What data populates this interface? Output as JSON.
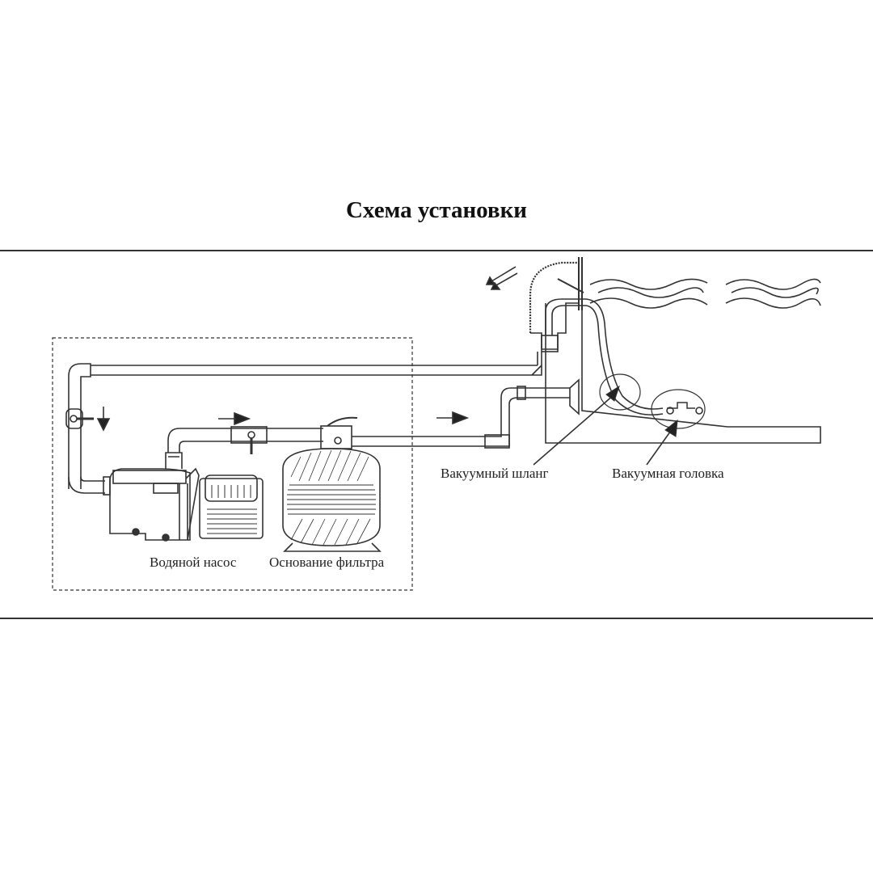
{
  "title": "Схема установки",
  "labels": {
    "vacuum_hose": "Вакуумный шланг",
    "vacuum_head": "Вакуумная головка",
    "water_pump": "Водяной насос",
    "filter_base": "Основание фильтра"
  },
  "colors": {
    "line": "#333333",
    "background": "#ffffff"
  }
}
